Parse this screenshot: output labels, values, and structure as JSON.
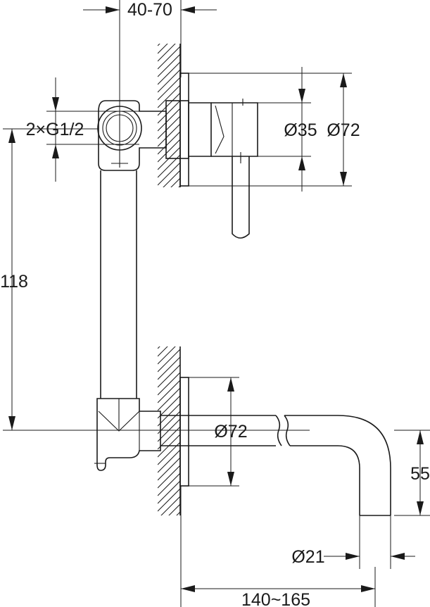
{
  "labels": {
    "width_range_top": "40-70",
    "connection": "2×G1/2",
    "diameter_lever": "Ø35",
    "diameter_flange_top": "Ø72",
    "height_between": "118",
    "diameter_flange_bottom": "Ø72",
    "spout_drop": "55",
    "spout_diameter": "Ø21",
    "spout_length_range": "140~165"
  }
}
